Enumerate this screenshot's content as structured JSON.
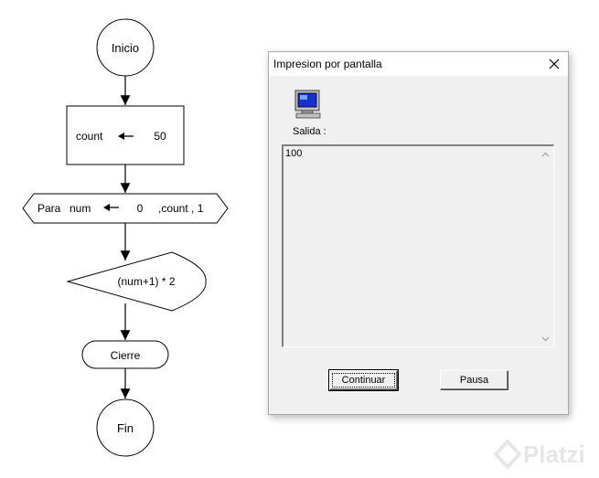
{
  "flowchart": {
    "start_label": "Inicio",
    "assign": {
      "var": "count",
      "arrow": "←",
      "value": "50"
    },
    "loop": {
      "keyword": "Para",
      "var": "num",
      "arrow": "←",
      "start": "0",
      "rest": ",count , 1"
    },
    "output_expr": "(num+1) * 2",
    "close_label": "Cierre",
    "end_label": "Fin"
  },
  "dialog": {
    "title": "Impresion por pantalla",
    "output_label": "Salida :",
    "output_text": "100",
    "continue_label": "Continuar",
    "pause_label": "Pausa"
  },
  "watermark": {
    "text": "Platzi"
  },
  "colors": {
    "dialog_bg": "#f0f0f0",
    "watermark": "#e6e6e6"
  }
}
